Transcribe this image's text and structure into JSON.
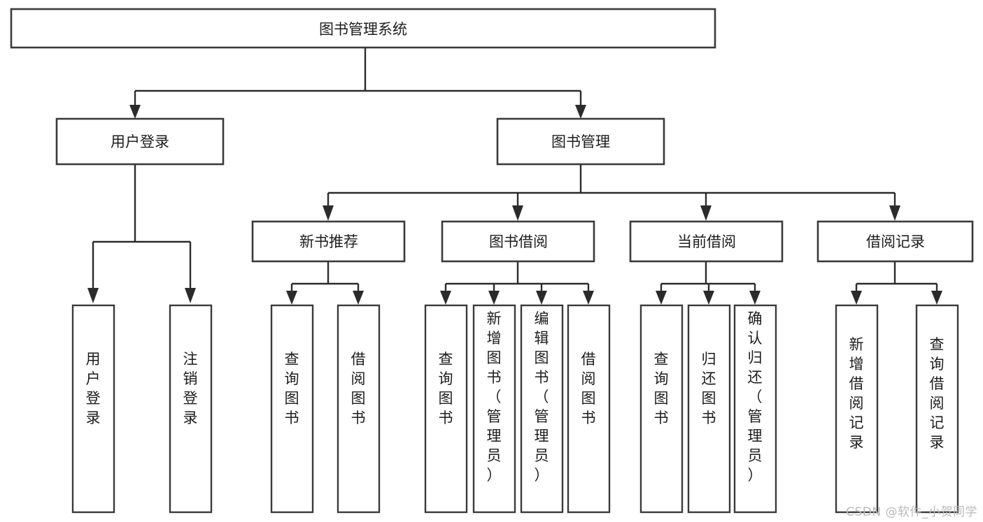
{
  "diagram": {
    "type": "tree",
    "title": "图书管理系统",
    "orientation": "top-down",
    "colors": {
      "box_stroke": "#3a3a3a",
      "edge_stroke": "#2b2b2b",
      "box_fill": "#ffffff",
      "text": "#1c1c1c",
      "watermark": "#b9b9b9",
      "background": "#ffffff"
    },
    "root": {
      "label": "图书管理系统"
    },
    "level2": [
      {
        "label": "用户登录"
      },
      {
        "label": "图书管理"
      }
    ],
    "level3": [
      {
        "label": "新书推荐"
      },
      {
        "label": "图书借阅"
      },
      {
        "label": "当前借阅"
      },
      {
        "label": "借阅记录"
      }
    ],
    "leaves": {
      "user_login": [
        {
          "label": "用户登录"
        },
        {
          "label": "注销登录"
        }
      ],
      "new_book_recommend": [
        {
          "label": "查询图书"
        },
        {
          "label": "借阅图书"
        }
      ],
      "book_borrow": [
        {
          "label": "查询图书"
        },
        {
          "label": "新增图书（管理员）"
        },
        {
          "label": "编辑图书（管理员）"
        },
        {
          "label": "借阅图书"
        }
      ],
      "current_borrow": [
        {
          "label": "查询图书"
        },
        {
          "label": "归还图书"
        },
        {
          "label": "确认归还（管理员）"
        }
      ],
      "borrow_record": [
        {
          "label": "新增借阅记录"
        },
        {
          "label": "查询借阅记录"
        }
      ]
    }
  },
  "watermark": {
    "text": "CSDN @软件_小贺同学"
  }
}
